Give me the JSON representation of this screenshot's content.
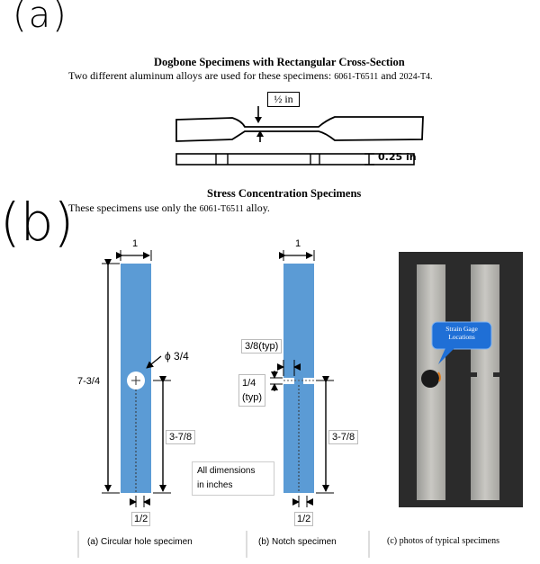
{
  "part_a": {
    "marker": "(a)",
    "title": "Dogbone Specimens with Rectangular Cross-Section",
    "desc_prefix": "Two different aluminum alloys are used for these specimens: ",
    "alloy1": "6061-T6511",
    "desc_and": " and ",
    "alloy2": "2024-T4.",
    "width_label": "½ in",
    "thickness_label": "0.25 in"
  },
  "part_b": {
    "marker": "(b)",
    "title": "Stress Concentration Specimens",
    "desc_prefix": "These specimens use only the ",
    "alloy": "6061-T6511",
    "desc_suffix": " alloy."
  },
  "figure_a": {
    "width_label": "1",
    "hole_label": "ϕ 3/4",
    "length_label": "7-3/4",
    "half_length_label": "3-7/8",
    "bottom_label": "1/2",
    "caption": "(a) Circular hole specimen"
  },
  "figure_b": {
    "width_label": "1",
    "notch_depth_label": "3/8(typ)",
    "notch_width_label": "1/4",
    "notch_width_typ": "(typ)",
    "half_length_label": "3-7/8",
    "bottom_label": "1/2",
    "caption": "(b) Notch specimen"
  },
  "note": {
    "line1": "All dimensions",
    "line2": "in inches"
  },
  "photo": {
    "callout_line1": "Strain Gage",
    "callout_line2": "Locations",
    "caption": "(c) photos of typical specimens"
  },
  "colors": {
    "specimen_blue": "#5b9bd5",
    "photo_bg": "#2b2b2b",
    "callout_fill": "#1f6fd6",
    "gauge_orange": "#e07b1a"
  }
}
